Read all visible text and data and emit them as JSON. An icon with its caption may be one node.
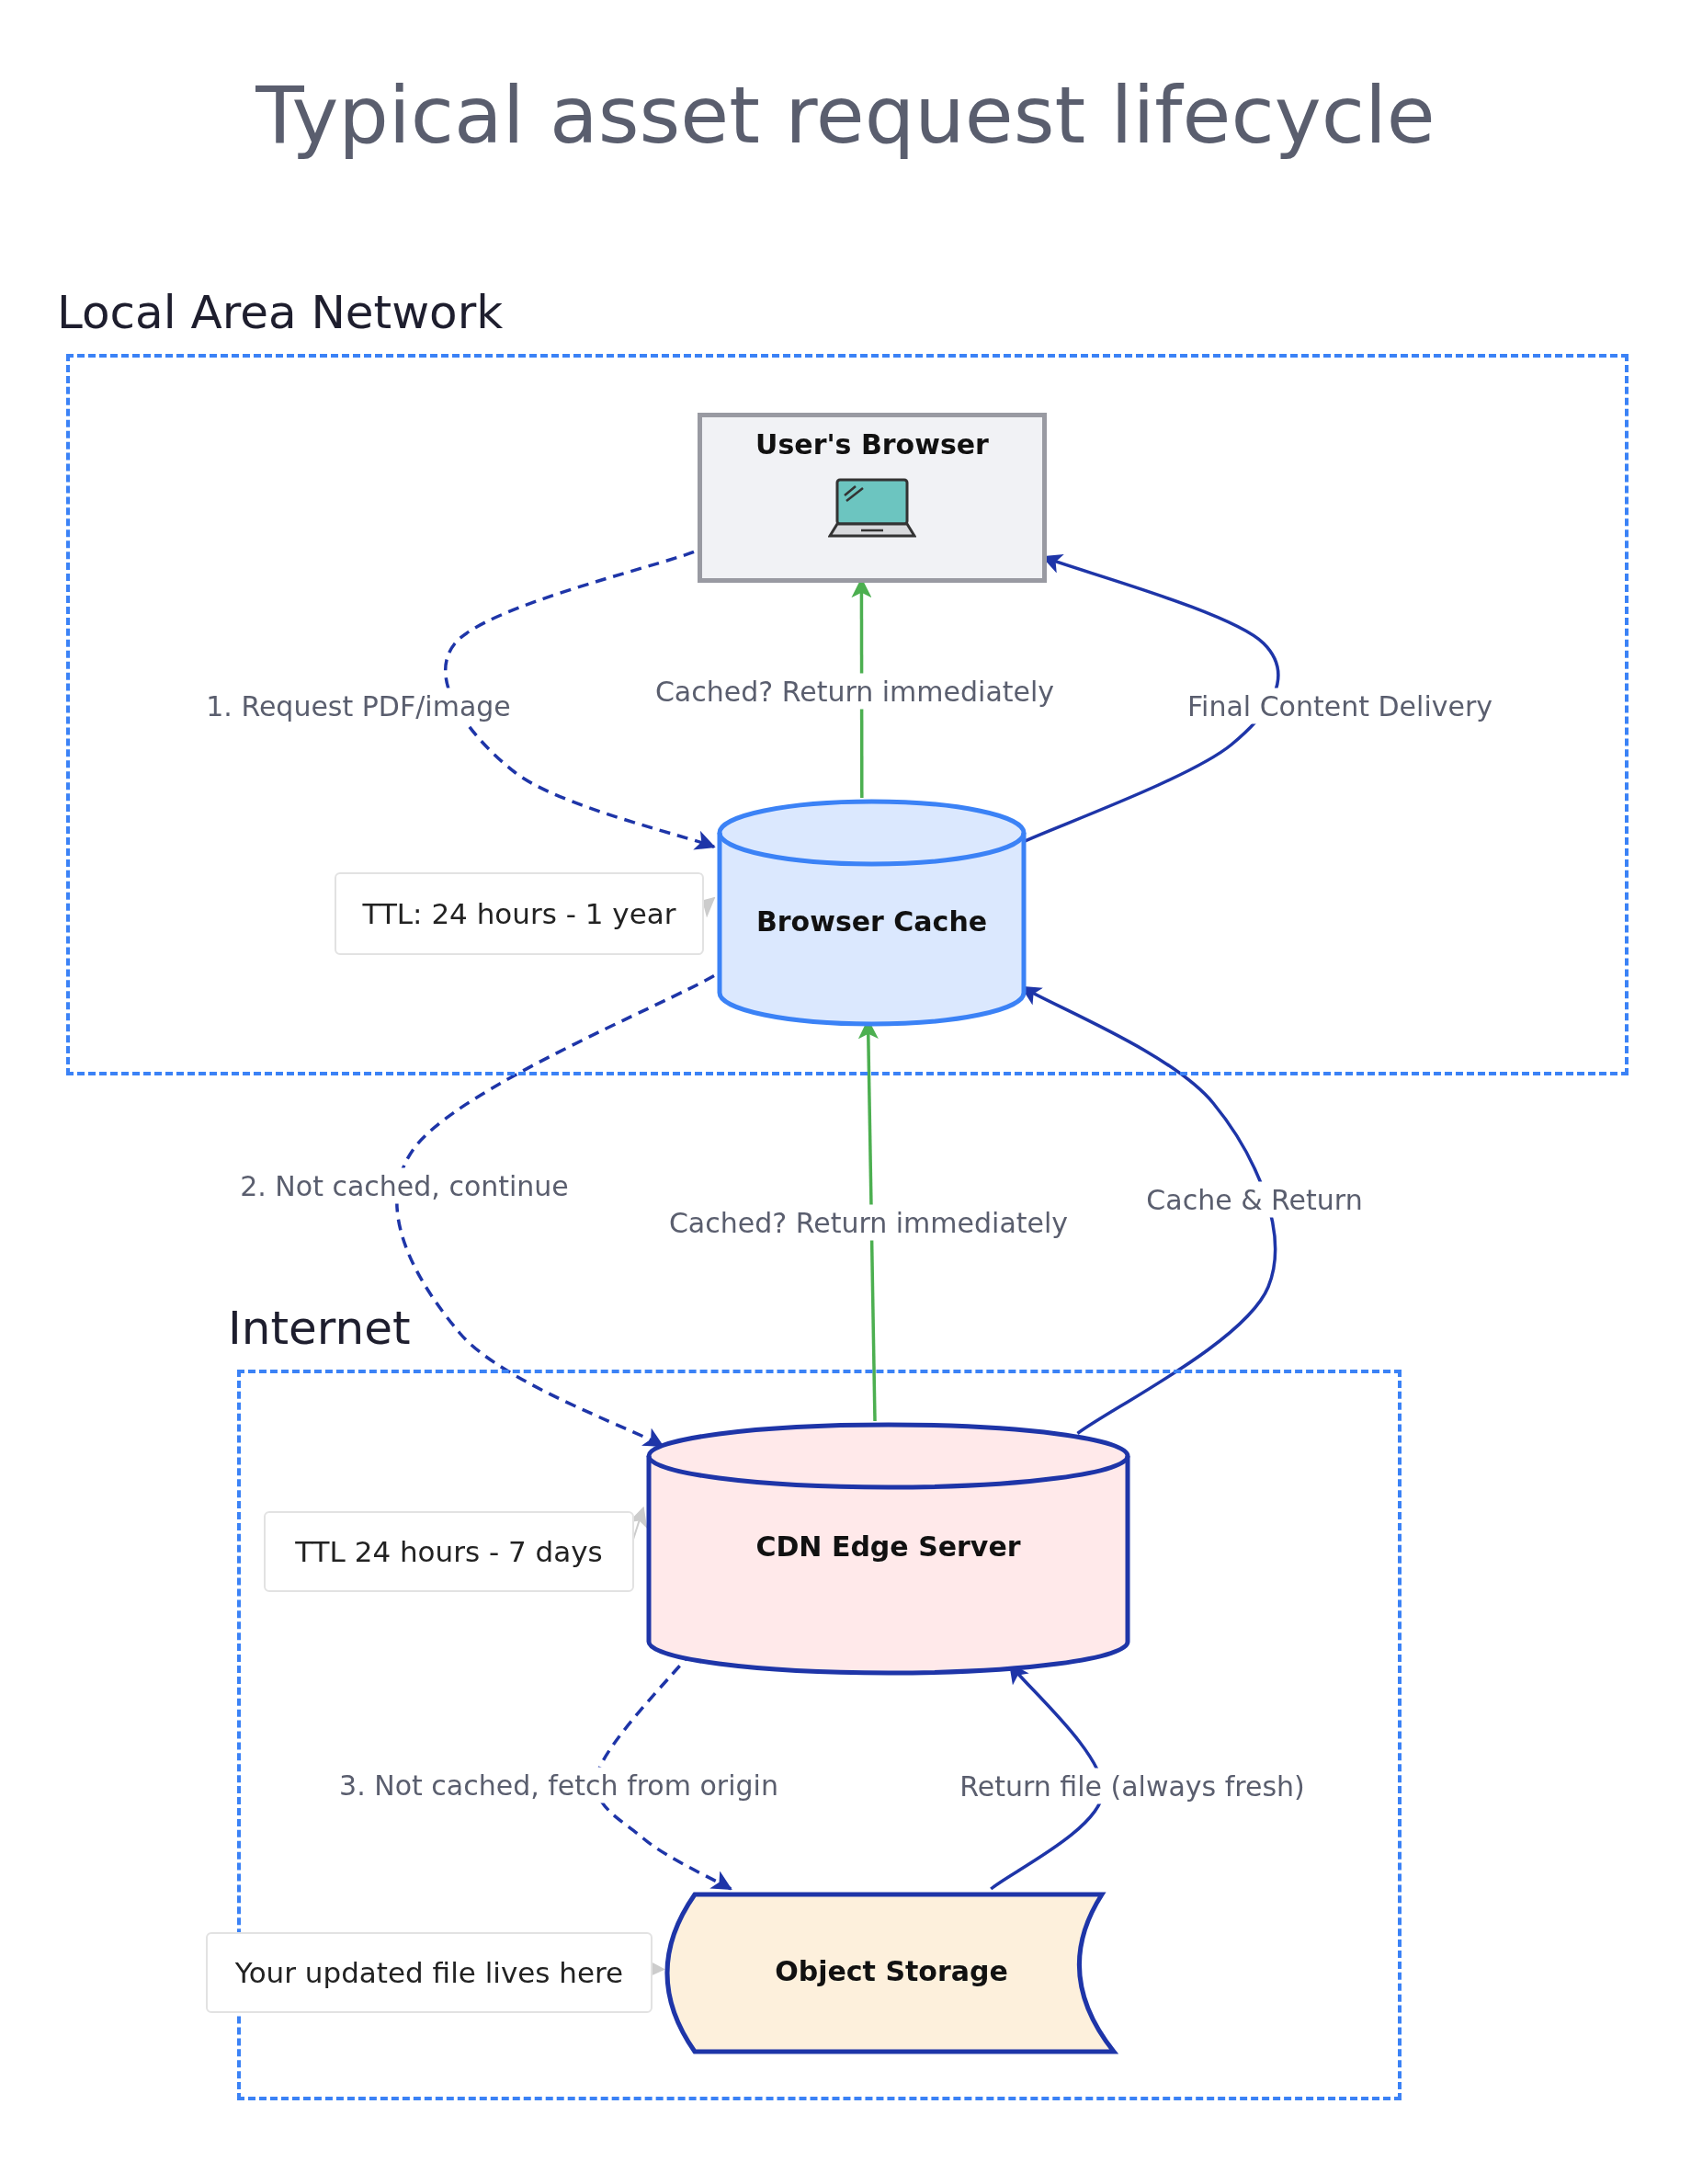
{
  "diagram": {
    "title": "Typical asset request lifecycle",
    "nodes": [
      {
        "text": [
          "Local Area Network"
        ]
      },
      {
        "text": [
          "User's Browser"
        ],
        "in": 0
      },
      {
        "text": [
          "Browser Cache"
        ],
        "in": 0
      },
      {
        "text": [
          "TTL: 24 hours - 1 year"
        ],
        "in": 0
      },
      {
        "text": [
          "Internet"
        ]
      },
      {
        "text": [
          "CDN Edge Server"
        ],
        "in": 4
      },
      {
        "text": [
          "TTL 24 hours - 7 days"
        ],
        "in": 4
      },
      {
        "text": [
          "Object Storage"
        ],
        "in": 4
      },
      {
        "text": [
          "Your updated file lives here"
        ],
        "in": 4
      }
    ],
    "edges": [
      {
        "from": 1,
        "to": 2,
        "arrow": "to",
        "label": "1. Request PDF/image",
        "style": "dashed"
      },
      {
        "from": 2,
        "to": 1,
        "arrow": "to",
        "label": "Cached? Return immediately",
        "color": "#4caf50"
      },
      {
        "from": 2,
        "to": 1,
        "arrow": "to",
        "label": "Final Content Delivery"
      },
      {
        "from": 2,
        "to": 5,
        "arrow": "to",
        "label": "2. Not cached, continue",
        "style": "dashed"
      },
      {
        "from": 5,
        "to": 2,
        "arrow": "to",
        "label": "Cached? Return immediately",
        "color": "#4caf50"
      },
      {
        "from": 5,
        "to": 2,
        "arrow": "to",
        "label": "Cache & Return"
      },
      {
        "from": 5,
        "to": 7,
        "arrow": "to",
        "label": "3. Not cached, fetch from origin",
        "style": "dashed"
      },
      {
        "from": 7,
        "to": 5,
        "arrow": "to",
        "label": "Return file (always fresh)"
      },
      {
        "from": 3,
        "to": 2,
        "arrow": "to",
        "color": "#cccccc"
      },
      {
        "from": 6,
        "to": 5,
        "arrow": "to",
        "color": "#cccccc"
      },
      {
        "from": 8,
        "to": 7,
        "arrow": "to",
        "color": "#cccccc"
      }
    ]
  }
}
